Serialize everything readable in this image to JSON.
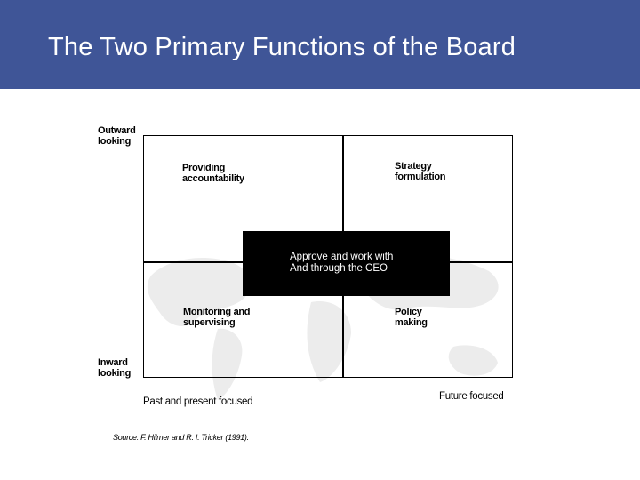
{
  "slide": {
    "title": "The Two Primary Functions of the Board",
    "header_color": "#3f5597"
  },
  "diagram": {
    "y_axis": {
      "top": "Outward\nlooking",
      "bottom": "Inward\nlooking"
    },
    "x_axis": {
      "left": "Past and present focused",
      "right": "Future focused"
    },
    "quadrants": {
      "top_left": "Providing\naccountability",
      "top_right": "Strategy\nformulation",
      "bottom_left": "Monitoring and\nsupervising",
      "bottom_right": "Policy\nmaking"
    },
    "center": "Approve and work with\nAnd through the CEO"
  },
  "source": "Source: F. Hilmer and R. I. Tricker (1991)."
}
